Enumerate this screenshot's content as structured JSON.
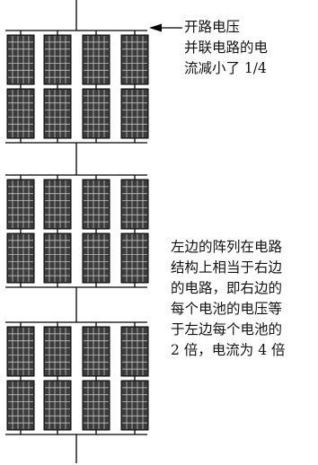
{
  "annotations": {
    "top_note": "开路电压\n并联电路的电\n流减小了 1/4",
    "middle_note": "左边的阵列在电路\n结构上相当于右边\n的电路，即右边的\n每个电池的电压等\n于左边每个电池的\n2 倍，电流为 4 倍"
  },
  "array": {
    "groups": 3,
    "columns_per_group": 4,
    "rows_per_group": 2,
    "cell_grid": {
      "cols": 5,
      "rows": 7
    }
  },
  "colors": {
    "line": "#000000",
    "panel_fill": "#3c3c3c",
    "panel_grid": "#d8d8d8",
    "background": "#ffffff"
  },
  "icons": {
    "pointer": "left-arrow-icon"
  }
}
